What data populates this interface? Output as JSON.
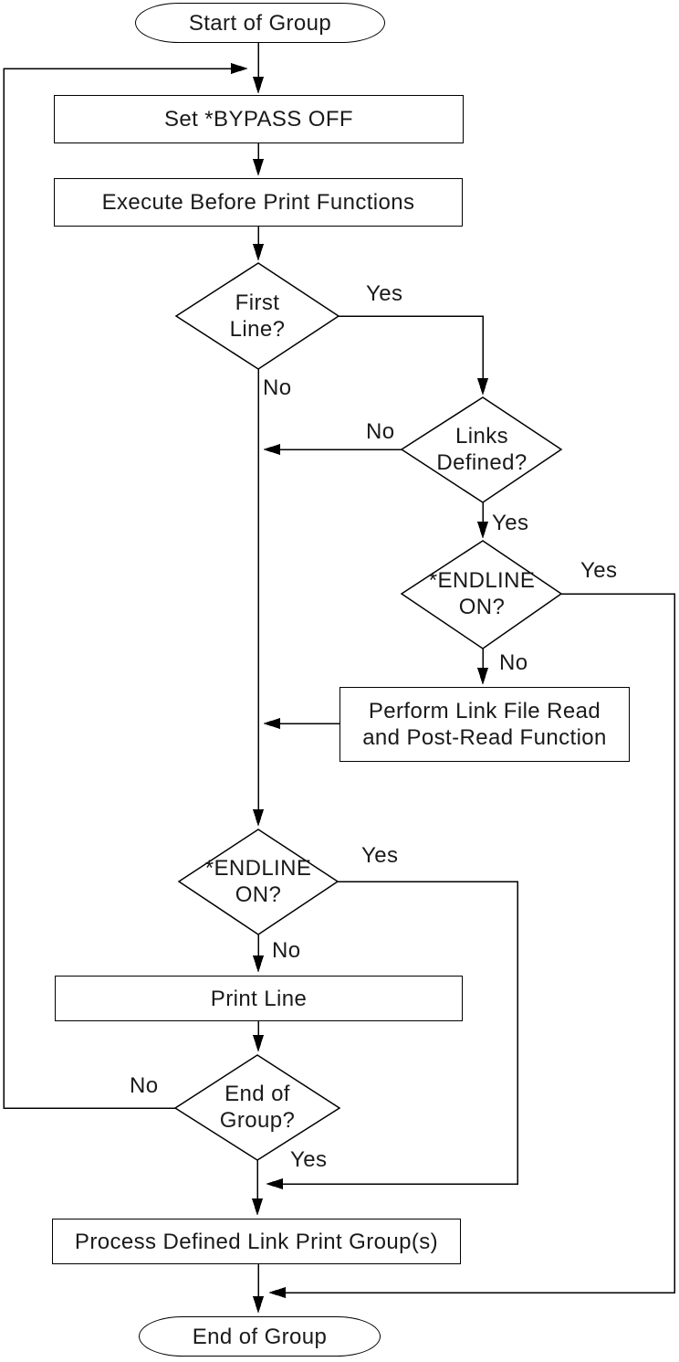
{
  "colors": {
    "line": "#000000",
    "background": "#ffffff",
    "text": "#1a1a1a"
  },
  "nodes": {
    "start": {
      "type": "terminator",
      "label": "Start of Group"
    },
    "set_bypass": {
      "type": "process",
      "label": "Set *BYPASS OFF"
    },
    "execute_before_print": {
      "type": "process",
      "label": "Execute Before Print Functions"
    },
    "first_line": {
      "type": "decision",
      "label": "First\nLine?"
    },
    "links_defined": {
      "type": "decision",
      "label": "Links\nDefined?"
    },
    "endline_on_1": {
      "type": "decision",
      "label": "*ENDLINE\nON?"
    },
    "perform_link_read": {
      "type": "process",
      "label": "Perform Link File Read\nand Post-Read Function"
    },
    "endline_on_2": {
      "type": "decision",
      "label": "*ENDLINE\nON?"
    },
    "print_line": {
      "type": "process",
      "label": "Print Line"
    },
    "end_of_group_check": {
      "type": "decision",
      "label": "End of\nGroup?"
    },
    "process_link_groups": {
      "type": "process",
      "label": "Process Defined Link Print Group(s)"
    },
    "end": {
      "type": "terminator",
      "label": "End of Group"
    }
  },
  "edges": {
    "start_to_set_bypass": {
      "from": "start",
      "to": "set_bypass",
      "label": ""
    },
    "set_bypass_to_execute": {
      "from": "set_bypass",
      "to": "execute_before_print",
      "label": ""
    },
    "execute_to_first_line": {
      "from": "execute_before_print",
      "to": "first_line",
      "label": ""
    },
    "first_line_yes": {
      "from": "first_line",
      "to": "links_defined",
      "label": "Yes"
    },
    "first_line_no": {
      "from": "first_line",
      "to": "endline_on_2",
      "label": "No"
    },
    "links_defined_no": {
      "from": "links_defined",
      "to": "endline_on_2",
      "label": "No"
    },
    "links_defined_yes": {
      "from": "links_defined",
      "to": "endline_on_1",
      "label": "Yes"
    },
    "endline_1_yes": {
      "from": "endline_on_1",
      "to": "end",
      "label": "Yes"
    },
    "endline_1_no": {
      "from": "endline_on_1",
      "to": "perform_link_read",
      "label": "No"
    },
    "perform_to_endline_2": {
      "from": "perform_link_read",
      "to": "endline_on_2",
      "label": ""
    },
    "endline_2_yes": {
      "from": "endline_on_2",
      "to": "process_link_groups",
      "label": "Yes"
    },
    "endline_2_no": {
      "from": "endline_on_2",
      "to": "print_line",
      "label": "No"
    },
    "print_line_to_check": {
      "from": "print_line",
      "to": "end_of_group_check",
      "label": ""
    },
    "end_of_group_no": {
      "from": "end_of_group_check",
      "to": "set_bypass",
      "label": "No"
    },
    "end_of_group_yes": {
      "from": "end_of_group_check",
      "to": "process_link_groups",
      "label": "Yes"
    },
    "process_to_end": {
      "from": "process_link_groups",
      "to": "end",
      "label": ""
    }
  }
}
